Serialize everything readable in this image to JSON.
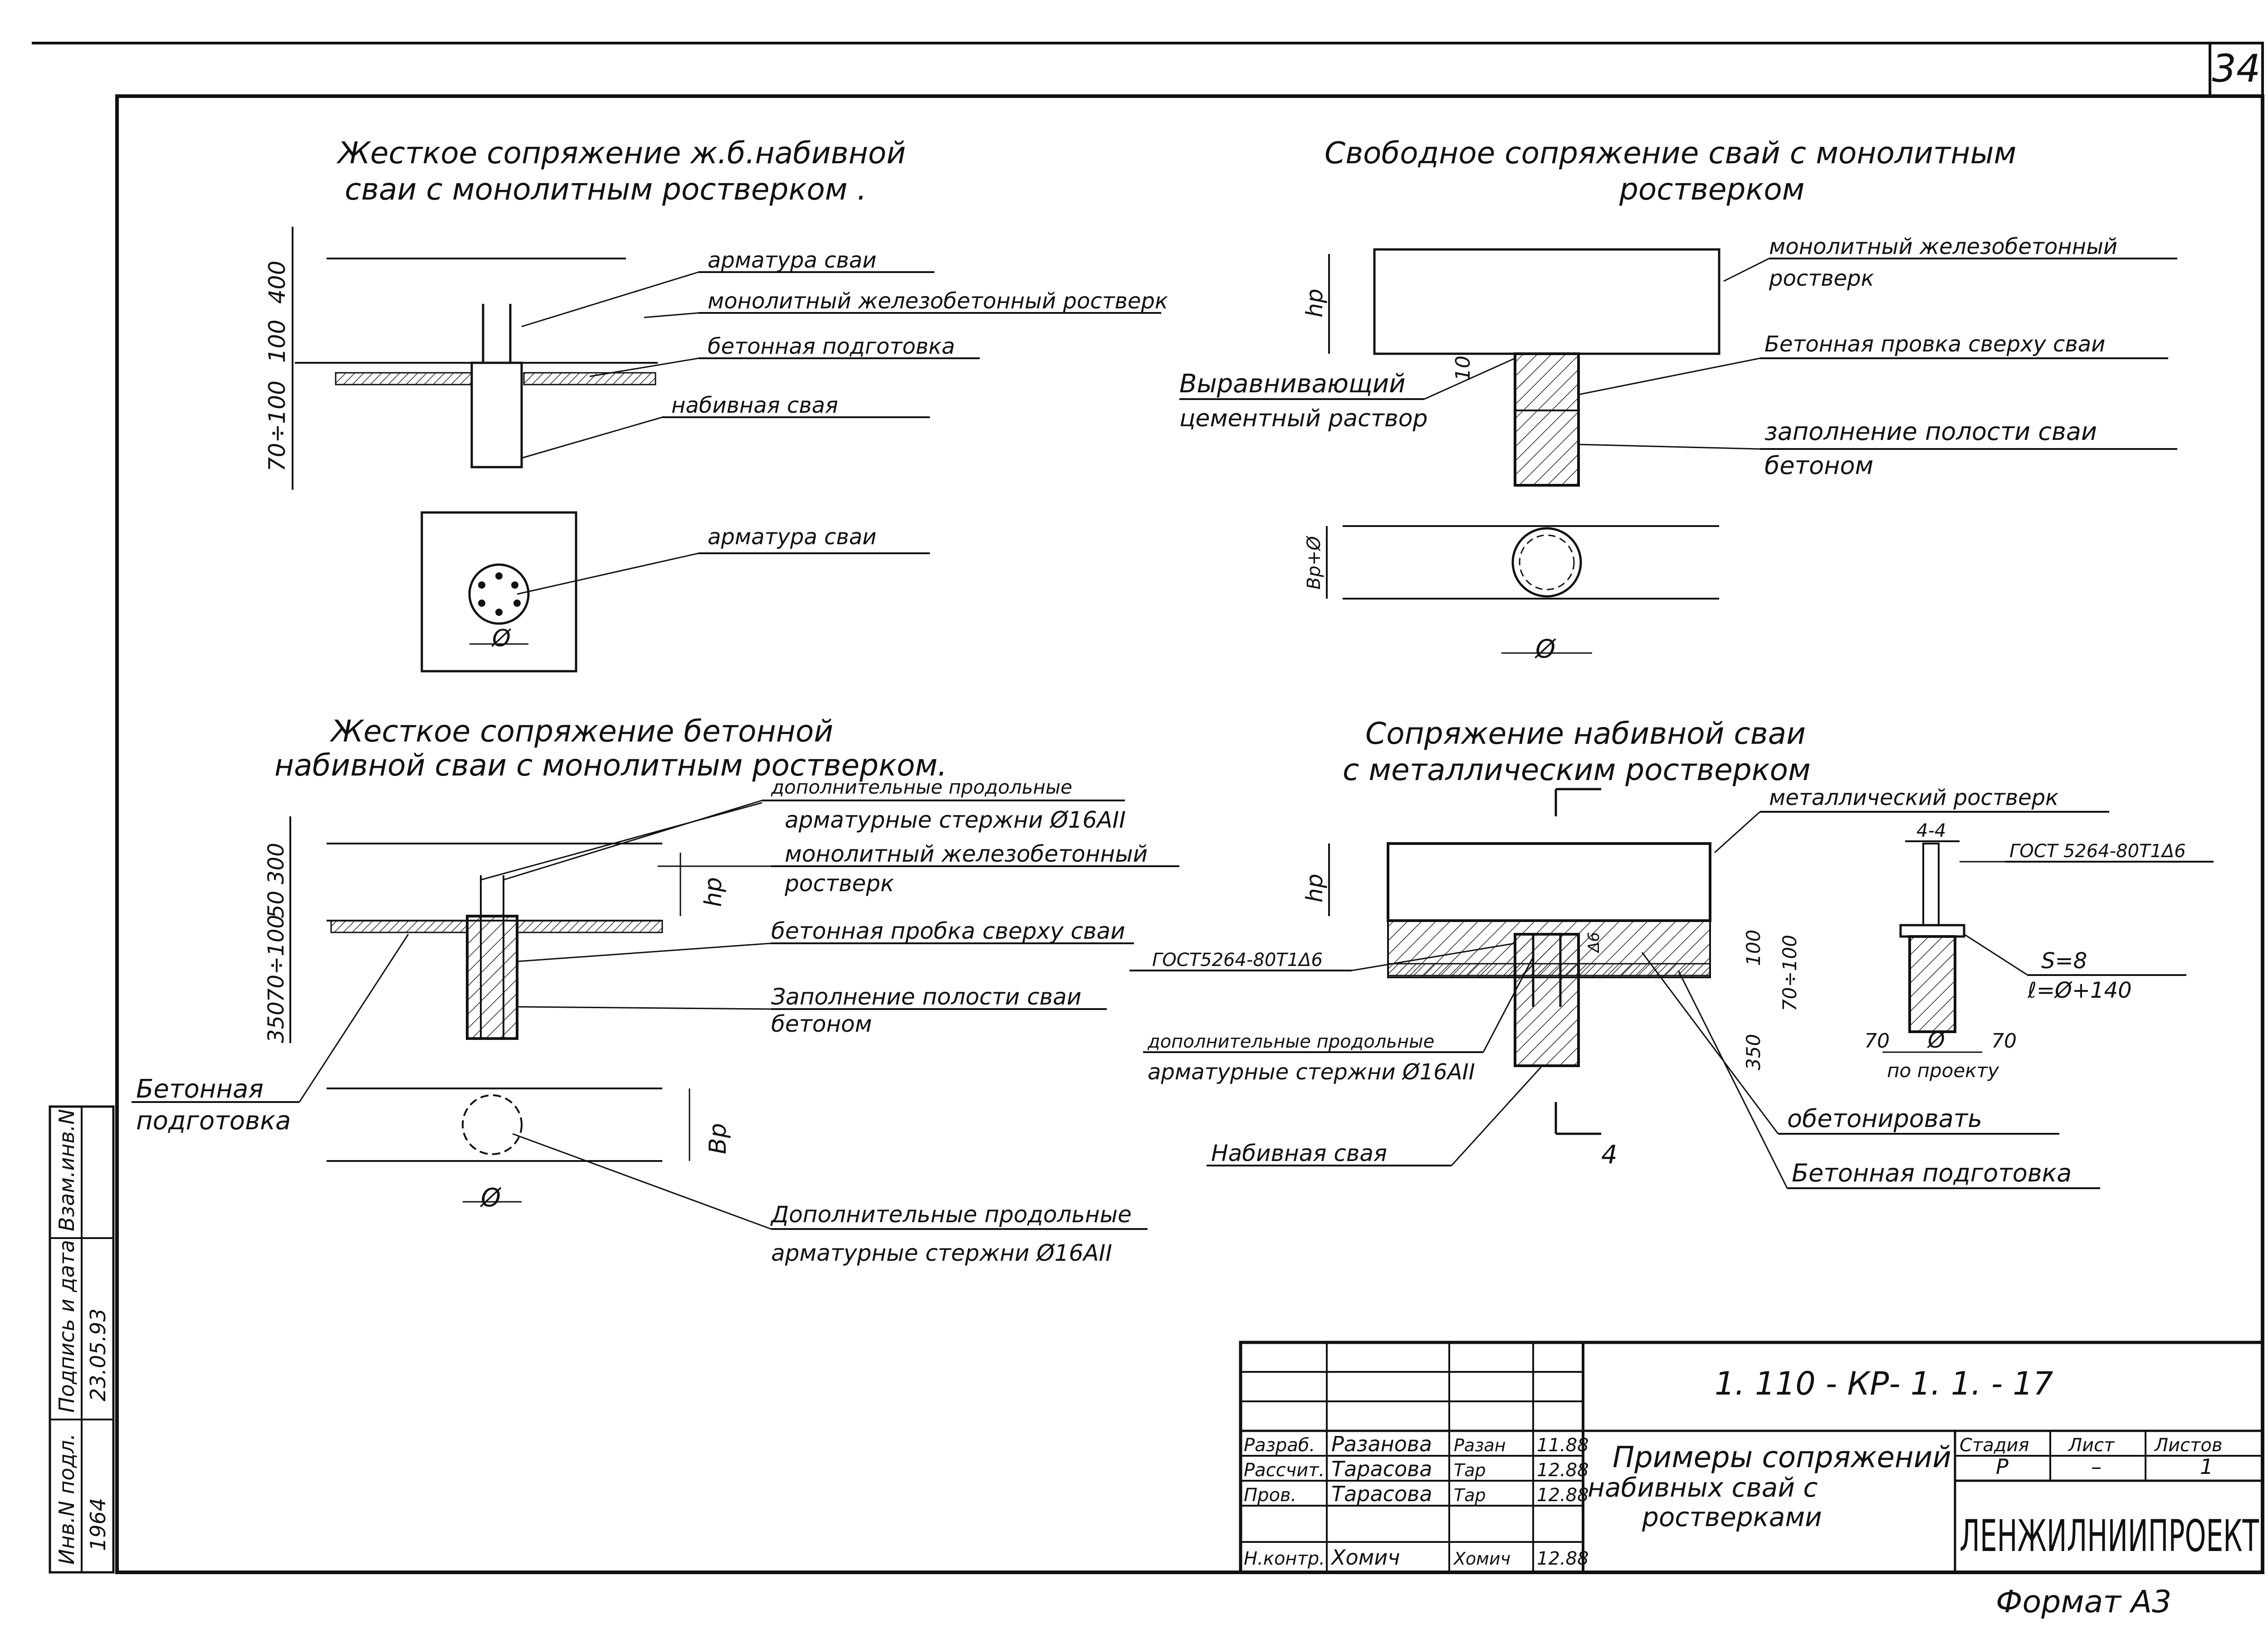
{
  "sheet": {
    "number": "34",
    "format": "Формат А3",
    "side_stamp": [
      "Инв.N подл.",
      "Подпись и дата",
      "Взам.инв.N"
    ],
    "side_values": [
      "1964",
      "23.05.93"
    ]
  },
  "drawings": {
    "d1": {
      "title_line1": "Жесткое сопряжение ж.б.набивной",
      "title_line2": "сваи с монолитным ростверком .",
      "labels": [
        "арматура сваи",
        "монолитный железобетонный ростверк",
        "бетонная подготовка",
        "набивная свая"
      ],
      "plan_label": "арматура сваи",
      "dims": [
        "400",
        "100",
        "70÷100",
        "Ø"
      ]
    },
    "d2": {
      "title_line1": "Свободное сопряжение свай с монолитным",
      "title_line2": "ростверком",
      "labels": [
        "монолитный железобетонный",
        "ростверк",
        "Бетонная провка сверху сваи",
        "заполнение полости сваи",
        "бетоном"
      ],
      "left_label_line1": "Выравнивающий",
      "left_label_line2": "цементный раствор",
      "dims": [
        "hp",
        "10",
        "Bp+Ø",
        "Ø"
      ]
    },
    "d3": {
      "title_line1": "Жесткое сопряжение бетонной",
      "title_line2": "набивной сваи с монолитным ростверком.",
      "labels": [
        "дополнительные продольные",
        "арматурные стержни Ø16АII",
        "монолитный железобетонный",
        "ростверк",
        "бетонная пробка сверху сваи",
        "Заполнение полости сваи",
        "бетоном"
      ],
      "left_label_line1": "Бетонная",
      "left_label_line2": "подготовка",
      "bottom_label_line1": "Дополнительные продольные",
      "bottom_label_line2": "арматурные стержни Ø16АII",
      "dims": [
        "300",
        "50",
        "70÷100",
        "350",
        "hp",
        "Bp",
        "Ø"
      ]
    },
    "d4": {
      "title_line1": "Сопряжение набивной сваи",
      "title_line2": "с металлическим ростверком",
      "labels": [
        "металлический ростверк",
        "обетонировать",
        "Бетонная подготовка"
      ],
      "gost_left": "ГОСТ5264-80Т1Δ6",
      "rebar_line1": "дополнительные продольные",
      "rebar_line2": "арматурные стержни Ø16АII",
      "pile_label": "Набивная свая",
      "section": "4-4",
      "section_mark": "4",
      "gost_right": "ГОСТ 5264-80Т1Δ6",
      "s_value": "S=8",
      "l_value": "ℓ=Ø+140",
      "dims": [
        "hp",
        "Δ6",
        "100",
        "70÷100",
        "350",
        "70",
        "Ø",
        "70"
      ],
      "by_project": "по проекту"
    }
  },
  "title_block": {
    "code": "1. 110 - КР- 1. 1. - 17",
    "rows": [
      {
        "role": "Разраб.",
        "name": "Разанова",
        "sign": "Разан",
        "date": "11.88"
      },
      {
        "role": "Рассчит.",
        "name": "Тарасова",
        "sign": "Тар",
        "date": "12.88"
      },
      {
        "role": "Пров.",
        "name": "Тарасова",
        "sign": "Тар",
        "date": "12.88"
      },
      {
        "role": "Н.контр.",
        "name": "Хомич",
        "sign": "Хомич",
        "date": "12.88"
      }
    ],
    "title_line1": "Примеры сопряжений",
    "title_line2": "набивных свай с",
    "title_line3": "ростверками",
    "col_stage": "Стадия",
    "col_sheet": "Лист",
    "col_sheets": "Листов",
    "val_stage": "Р",
    "val_sheet": "–",
    "val_sheets": "1",
    "org": "ЛЕНЖИЛНИИПРОЕКТ"
  }
}
